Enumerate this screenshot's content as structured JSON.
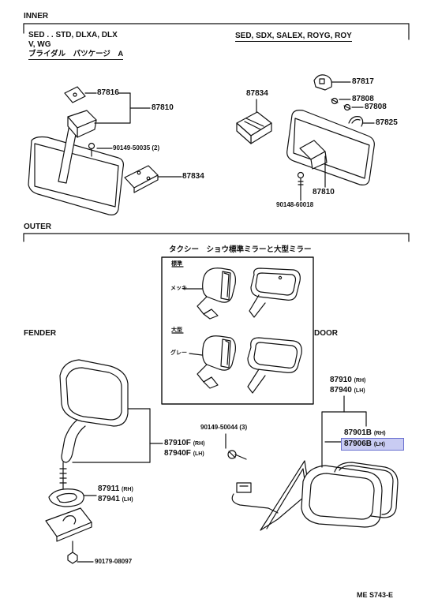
{
  "sections": {
    "inner": "INNER",
    "outer": "OUTER",
    "fender": "FENDER",
    "door": "DOOR"
  },
  "inner_left_spec": {
    "line1": "SED . . STD, DLXA, DLX",
    "line2": "V, WG",
    "line3": "ブライダル　パツケージ　A"
  },
  "inner_right_spec": "SED, SDX, SALEX, ROYG, ROY",
  "taxi_box_title": "タクシー　ショウ標準ミラーと大型ミラー",
  "taxi_box": {
    "std_label": "標準",
    "std_finish": "メッキ",
    "large_label": "大型",
    "large_finish": "グレー"
  },
  "parts": {
    "p87816": "87816",
    "p87810_left": "87810",
    "p90149_50035": "90149-50035 (2)",
    "p87834_left": "87834",
    "p87834_right": "87834",
    "p87817": "87817",
    "p87808_a": "87808",
    "p87808_b": "87808",
    "p87825": "87825",
    "p87810_right": "87810",
    "p90148_60018": "90148-60018",
    "p87910F": "87910F",
    "p87940F": "87940F",
    "p87911": "87911",
    "p87941": "87941",
    "p90179_08097": "90179-08097",
    "p87910": "87910",
    "p87940": "87940",
    "p90149_50044": "90149-50044 (3)",
    "p87901B": "87901B",
    "p87906B": "87906B"
  },
  "side": {
    "rh": "(RH)",
    "lh": "(LH)"
  },
  "footer_code": "ME  S743-E",
  "colors": {
    "highlight_fill": "#c9ccf3",
    "highlight_border": "#6a70d0",
    "line": "#111111"
  }
}
